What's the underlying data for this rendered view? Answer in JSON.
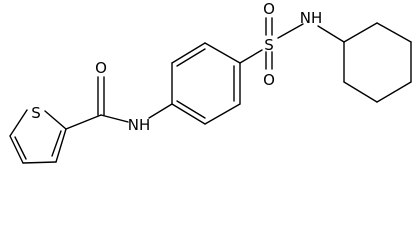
{
  "structure": {
    "atoms": {
      "thiophene_s": "S",
      "carbonyl_o": "O",
      "amide_nh": "NH",
      "sulfonyl_s": "S",
      "sulfonyl_o_top": "O",
      "sulfonyl_o_bottom": "O",
      "sulfonamide_nh": "NH"
    }
  }
}
